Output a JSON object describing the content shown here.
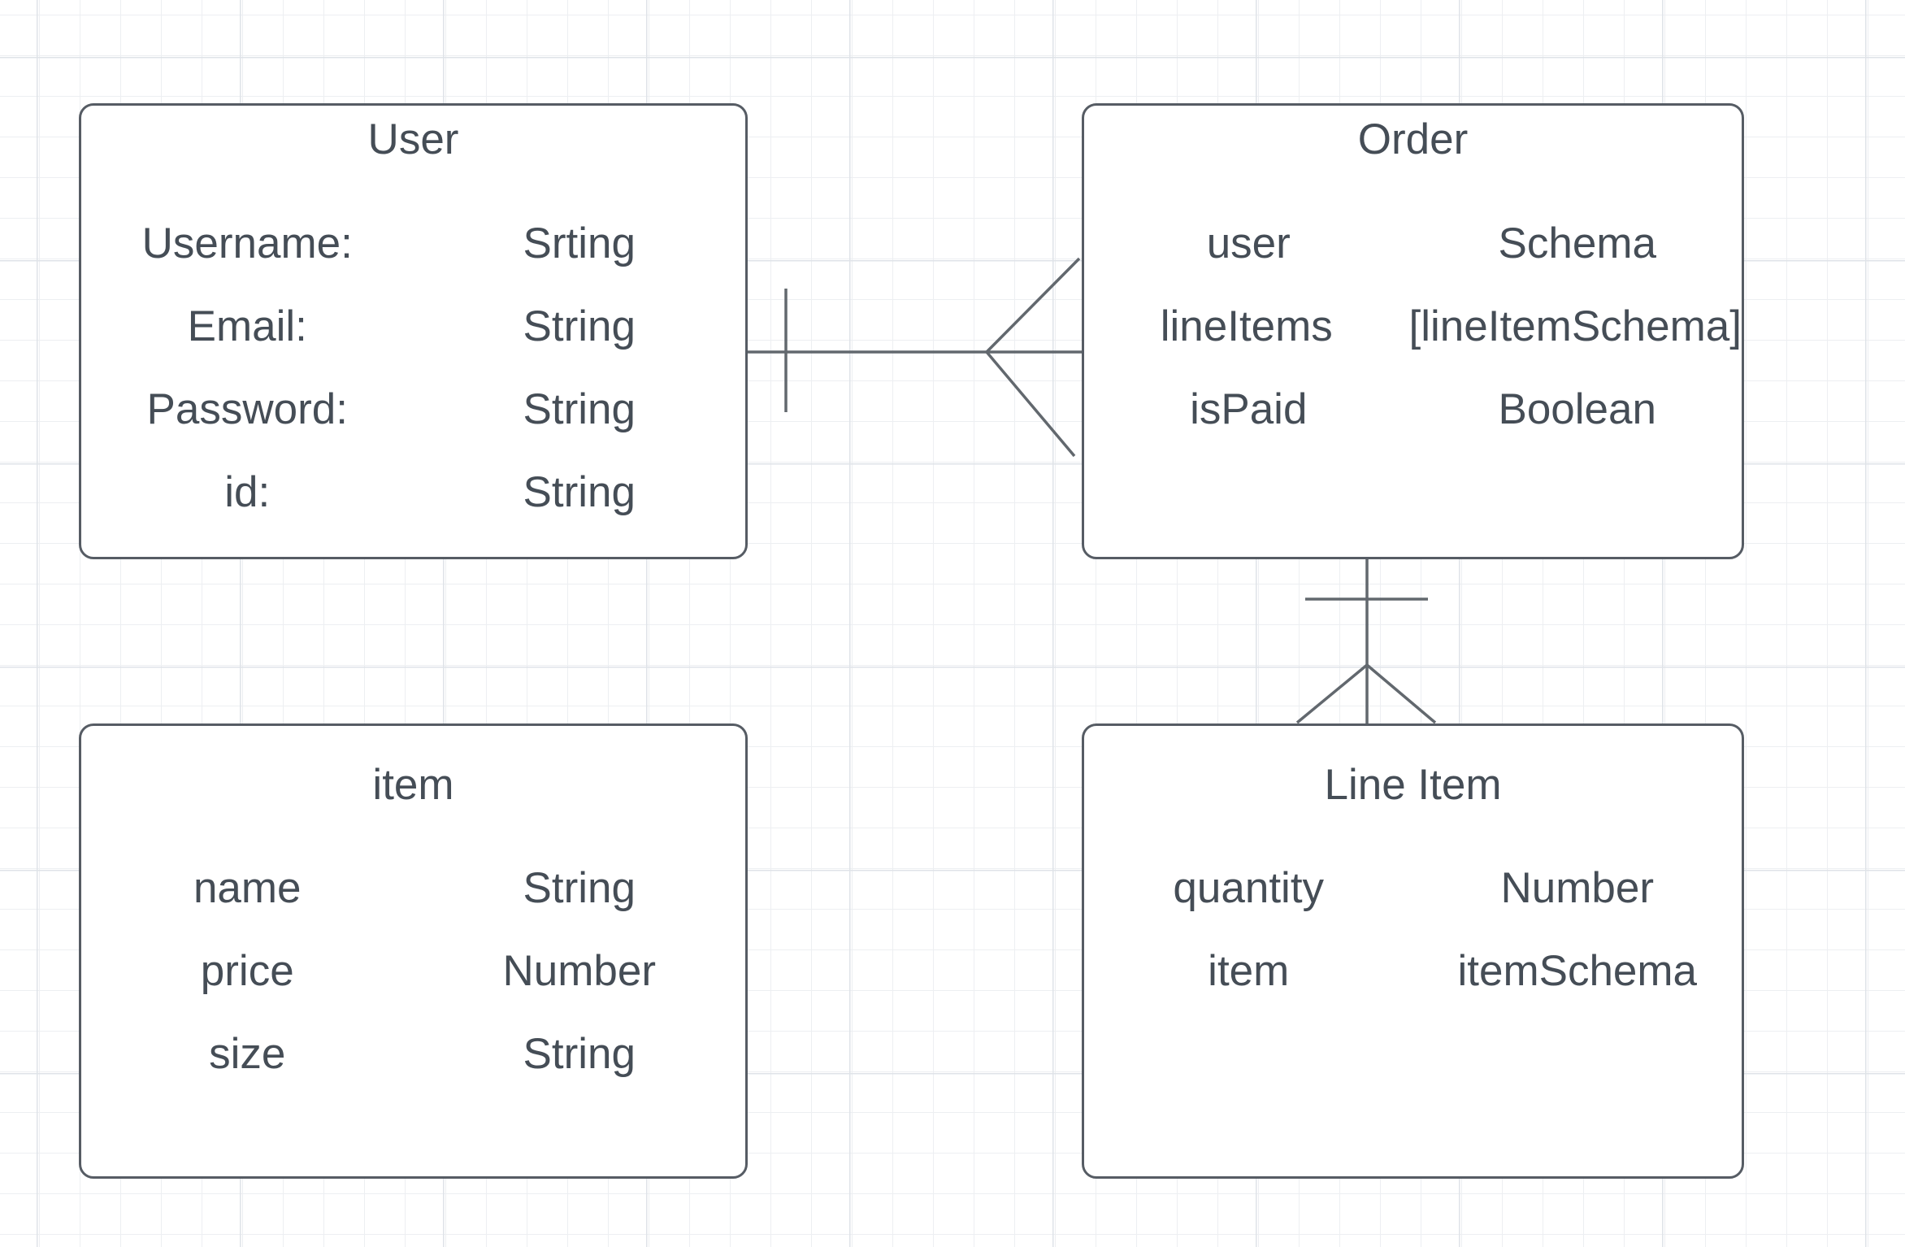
{
  "diagram": {
    "kind": "entity-relationship-diagram",
    "entities": [
      {
        "id": "user",
        "title": "User",
        "fields": [
          {
            "name": "Username:",
            "type": "Srting"
          },
          {
            "name": "Email:",
            "type": "String"
          },
          {
            "name": "Password:",
            "type": "String"
          },
          {
            "name": "id:",
            "type": "String"
          }
        ]
      },
      {
        "id": "order",
        "title": "Order",
        "fields": [
          {
            "name": "user",
            "type": "Schema"
          },
          {
            "name": "lineItems",
            "type": "[lineItemSchema]"
          },
          {
            "name": "isPaid",
            "type": "Boolean"
          }
        ]
      },
      {
        "id": "item",
        "title": "item",
        "fields": [
          {
            "name": "name",
            "type": "String"
          },
          {
            "name": "price",
            "type": "Number"
          },
          {
            "name": "size",
            "type": "String"
          }
        ]
      },
      {
        "id": "line-item",
        "title": "Line Item",
        "fields": [
          {
            "name": "quantity",
            "type": "Number"
          },
          {
            "name": "item",
            "type": "itemSchema"
          }
        ]
      }
    ],
    "relationships": [
      {
        "from": "User",
        "to": "Order",
        "cardinality": "one-to-many",
        "from_marker": "one-tick",
        "to_marker": "crow-foot"
      },
      {
        "from": "Order",
        "to": "Line Item",
        "cardinality": "one-to-many",
        "from_marker": "one-tick",
        "to_marker": "crow-foot"
      }
    ]
  },
  "colors": {
    "background": "#ffffff",
    "grid_minor": "#edeff2",
    "grid_major": "#dfe3e8",
    "entity_border": "#565c64",
    "entity_fill": "#ffffff",
    "text": "#454d56",
    "connector": "#62686e"
  }
}
